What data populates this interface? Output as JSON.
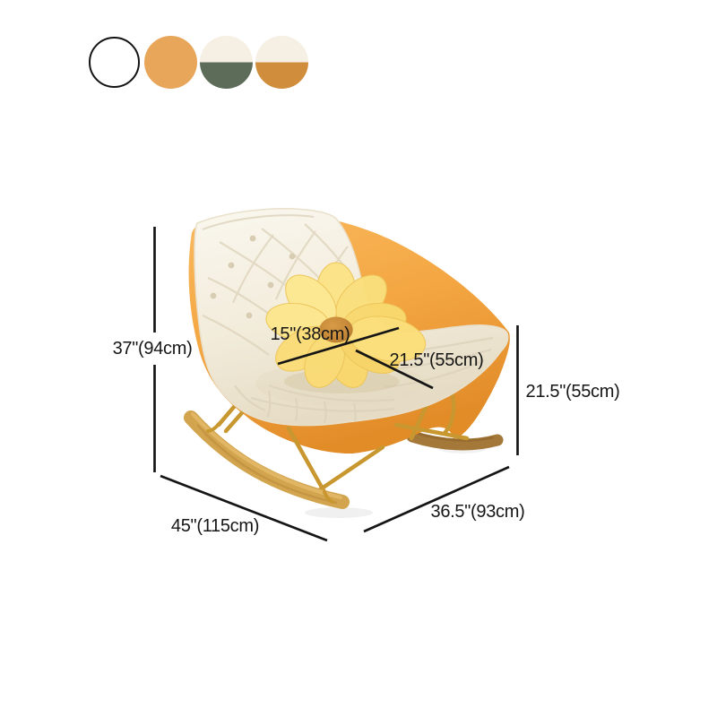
{
  "page": {
    "background": "#ffffff",
    "type": "furniture product dimension diagram"
  },
  "swatches": {
    "items": [
      {
        "name": "white",
        "type": "solid",
        "color": "#ffffff",
        "outline": "#141414"
      },
      {
        "name": "orange",
        "type": "solid",
        "color": "#e8a65b"
      },
      {
        "name": "cream-green",
        "type": "split",
        "top": "#f6efe3",
        "bottom": "#5d6c59"
      },
      {
        "name": "cream-orange",
        "type": "split",
        "top": "#f6efe3",
        "bottom": "#d08e3d"
      }
    ]
  },
  "dimensions": {
    "overall_height": "37\"(94cm)",
    "pillow_width": "15\"(38cm)",
    "seat_depth": "21.5\"(55cm)",
    "seat_height": "21.5\"(55cm)",
    "overall_width": "45\"(115cm)",
    "overall_depth": "36.5\"(93cm)",
    "line_color": "#151515"
  },
  "chair": {
    "description": "rocking lounge chair with white tufted cushion, orange shell, gold wire frame, wooden rockers and a yellow flower pillow",
    "colors": {
      "cushion": "#f2ecdb",
      "shell": "#f4a743",
      "frame_gold": "#c9972f",
      "rocker_wood_near": "#d3a44e",
      "rocker_wood_far": "#a47838",
      "pillow_petal": "#fbdf7d",
      "pillow_center": "#c08438"
    }
  }
}
